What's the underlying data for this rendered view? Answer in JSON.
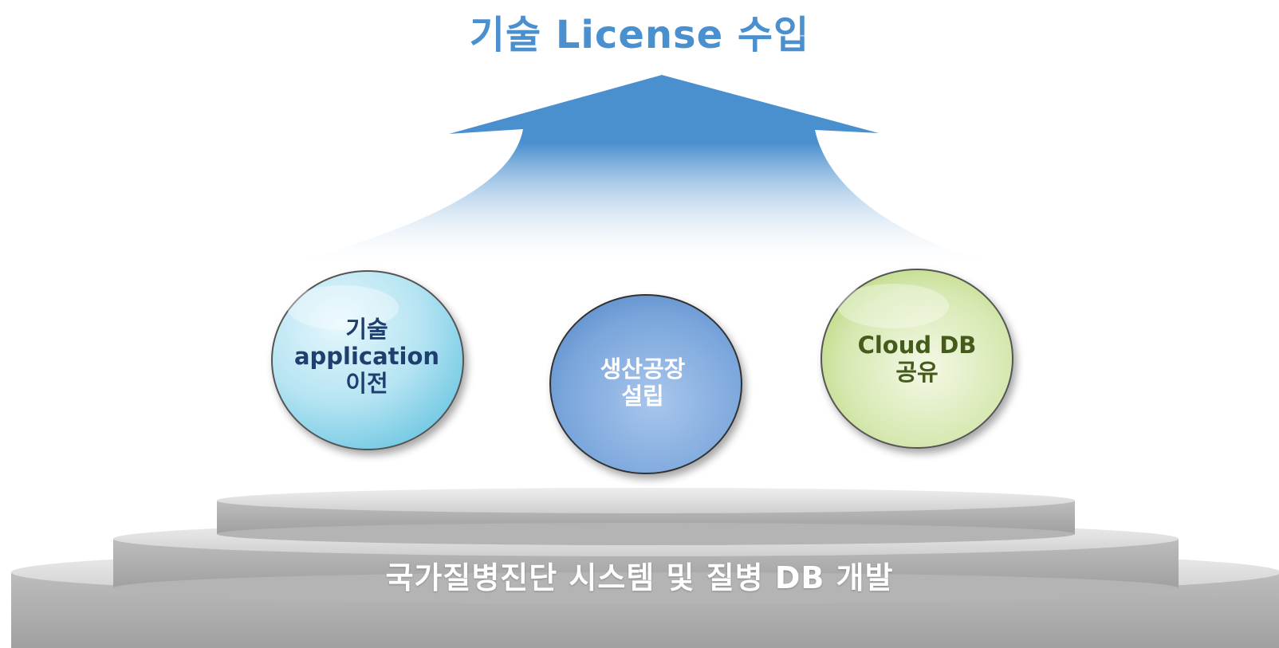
{
  "title": "기술 License 수입",
  "circles": [
    {
      "lines": [
        "기술",
        "application",
        "이전"
      ],
      "fill": "#a8e0f0"
    },
    {
      "lines": [
        "생산공장",
        "설립"
      ],
      "fill": "#7aa6dc"
    },
    {
      "lines": [
        "Cloud DB",
        "공유"
      ],
      "fill": "#d0e3a6"
    }
  ],
  "base_label": "국가질병진단 시스템 및 질병 DB 개발",
  "colors": {
    "title": "#4a8fce",
    "arrow": "#4a8fce",
    "step": "#c6c6c6"
  }
}
